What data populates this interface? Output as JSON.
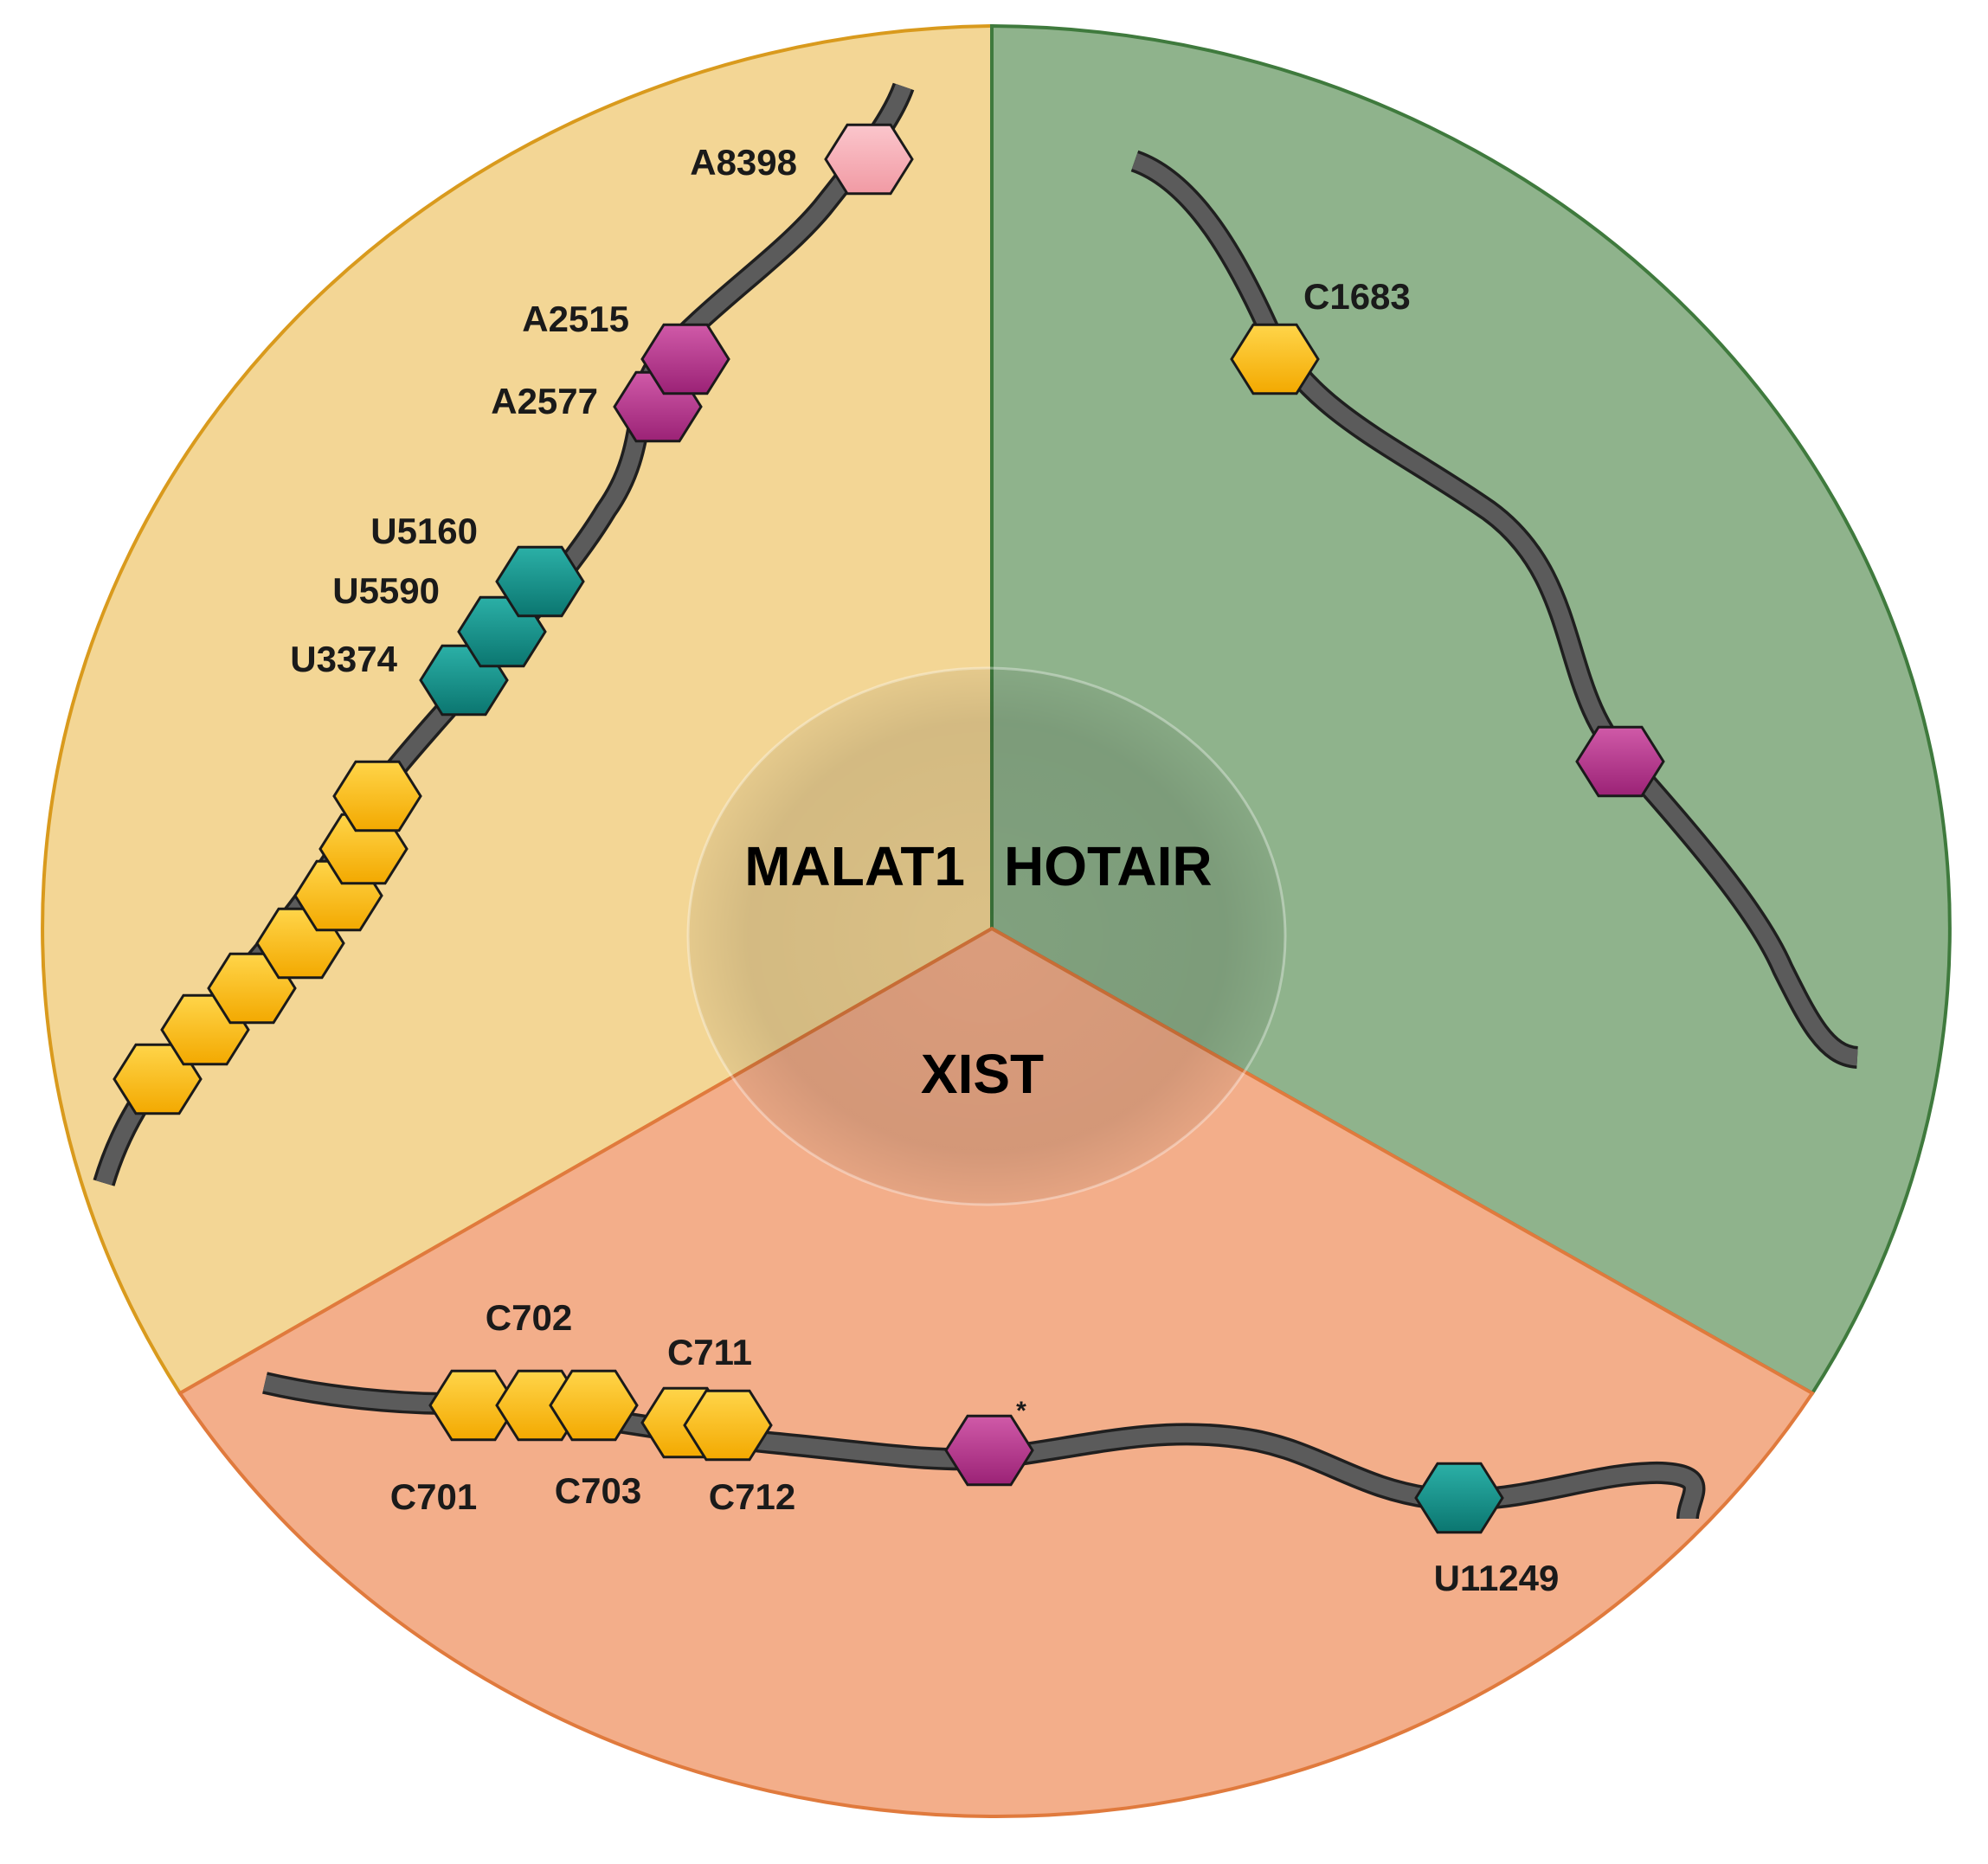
{
  "colors": {
    "malat1_sector": "#f3d695",
    "hotair_sector": "#8fb38c",
    "xist_sector": "#f3ae8a",
    "hex_yellow": "#ffc20e",
    "hex_magenta": "#b8338f",
    "hex_teal": "#138f88",
    "hex_pink": "#f6aab2",
    "strand": "#5b5b5b"
  },
  "sectors": {
    "malat1": {
      "label": "MALAT1"
    },
    "hotair": {
      "label": "HOTAIR"
    },
    "xist": {
      "label": "XIST"
    }
  },
  "malat1_sites": [
    {
      "label": "A8398",
      "color": "pink"
    },
    {
      "label": "A2515",
      "color": "magenta"
    },
    {
      "label": "A2577",
      "color": "magenta"
    },
    {
      "label": "U5160",
      "color": "teal"
    },
    {
      "label": "U5590",
      "color": "teal"
    },
    {
      "label": "U3374",
      "color": "teal"
    }
  ],
  "hotair_sites": [
    {
      "label": "C1683",
      "color": "yellow"
    }
  ],
  "xist_sites": [
    {
      "label": "C702",
      "color": "yellow"
    },
    {
      "label": "C711",
      "color": "yellow"
    },
    {
      "label": "C701",
      "color": "yellow"
    },
    {
      "label": "C703",
      "color": "yellow"
    },
    {
      "label": "C712",
      "color": "yellow"
    },
    {
      "label": "U11249",
      "color": "teal"
    }
  ],
  "xist_marker": "*"
}
